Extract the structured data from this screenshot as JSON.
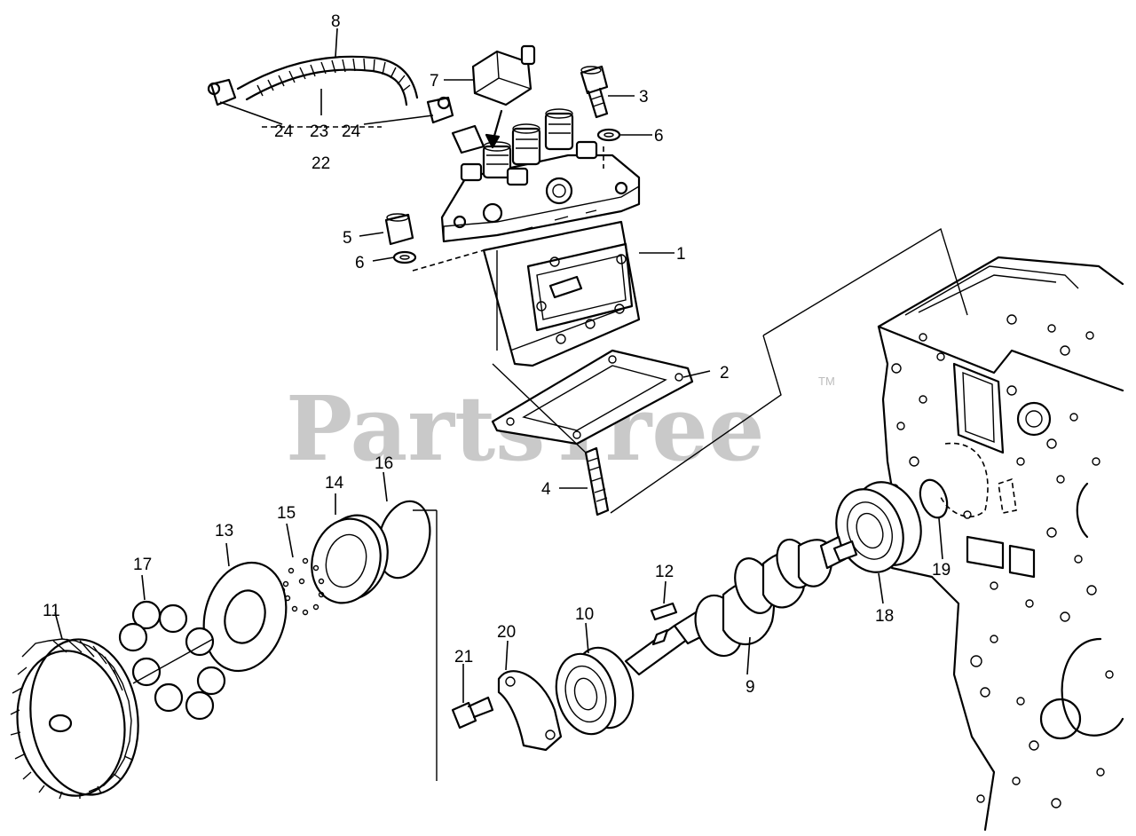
{
  "watermark": {
    "brand": "PartsTree",
    "trademark": "TM"
  },
  "callouts": [
    {
      "id": "c1",
      "text": "1"
    },
    {
      "id": "c2",
      "text": "2"
    },
    {
      "id": "c3",
      "text": "3"
    },
    {
      "id": "c4",
      "text": "4"
    },
    {
      "id": "c5",
      "text": "5"
    },
    {
      "id": "c6a",
      "text": "6"
    },
    {
      "id": "c6b",
      "text": "6"
    },
    {
      "id": "c7",
      "text": "7"
    },
    {
      "id": "c8",
      "text": "8"
    },
    {
      "id": "c9",
      "text": "9"
    },
    {
      "id": "c10",
      "text": "10"
    },
    {
      "id": "c11",
      "text": "11"
    },
    {
      "id": "c12",
      "text": "12"
    },
    {
      "id": "c13",
      "text": "13"
    },
    {
      "id": "c14",
      "text": "14"
    },
    {
      "id": "c15",
      "text": "15"
    },
    {
      "id": "c16",
      "text": "16"
    },
    {
      "id": "c17",
      "text": "17"
    },
    {
      "id": "c18",
      "text": "18"
    },
    {
      "id": "c19",
      "text": "19"
    },
    {
      "id": "c20",
      "text": "20"
    },
    {
      "id": "c21",
      "text": "21"
    },
    {
      "id": "c22",
      "text": "22"
    },
    {
      "id": "c23",
      "text": "23"
    },
    {
      "id": "c24a",
      "text": "24"
    },
    {
      "id": "c24b",
      "text": "24"
    }
  ]
}
